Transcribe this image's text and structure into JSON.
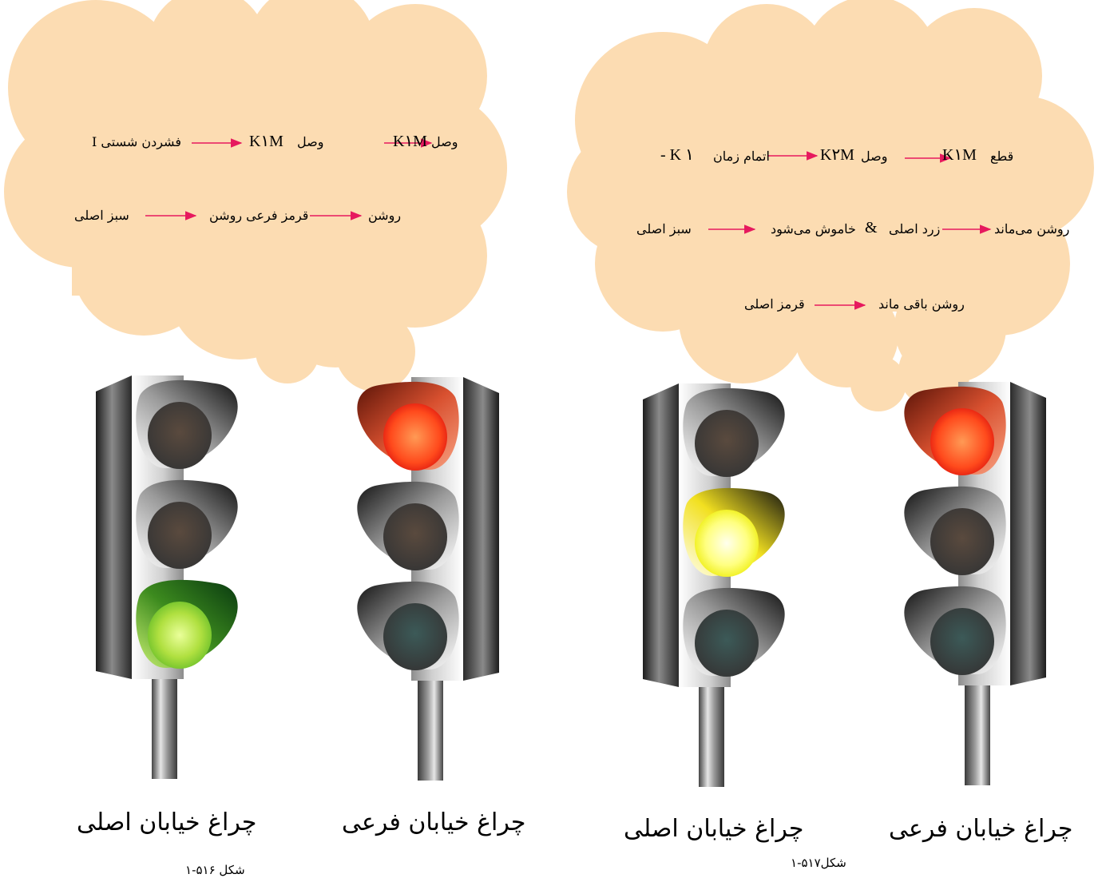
{
  "colors": {
    "cloud": "#fcdcb2",
    "arrow": "#e6195e",
    "lamp_red": "#ff3a1f",
    "lamp_yellow": "#ffff66",
    "lamp_green": "#aee03a",
    "lamp_off": "#3f3e3c"
  },
  "fig516": {
    "row1": {
      "t1": "وصل",
      "t2": "K۱M",
      "t3": "وصل",
      "t4": "K۱M",
      "t5": "فشردن شستی I"
    },
    "row2": {
      "t1": "روشن",
      "t2": "قرمز فرعی روشن",
      "t3": "سبز اصلی"
    },
    "lights": {
      "main_label": "چراغ خیابان اصلی",
      "main_state": "green",
      "secondary_label": "چراغ خیابان فرعی",
      "secondary_state": "red"
    },
    "caption": "شکل ۵۱۶-۱"
  },
  "fig517": {
    "row1": {
      "t1": "قطع",
      "t2": "K۱M",
      "t3": "وصل",
      "t4": "K۲M",
      "t5": "اتمام زمان",
      "t6": "K ۱ -"
    },
    "row2": {
      "t1": "روشن می‌ماند",
      "t2": "زرد اصلی",
      "t3": "&",
      "t4": "خاموش می‌شود",
      "t5": "سبز اصلی"
    },
    "row3": {
      "t1": "روشن باقی ماند",
      "t2": "قرمز اصلی"
    },
    "lights": {
      "main_label": "چراغ خیابان اصلی",
      "main_state": "yellow",
      "secondary_label": "چراغ خیابان فرعی",
      "secondary_state": "red"
    },
    "caption": "شکل۵۱۷-۱"
  }
}
